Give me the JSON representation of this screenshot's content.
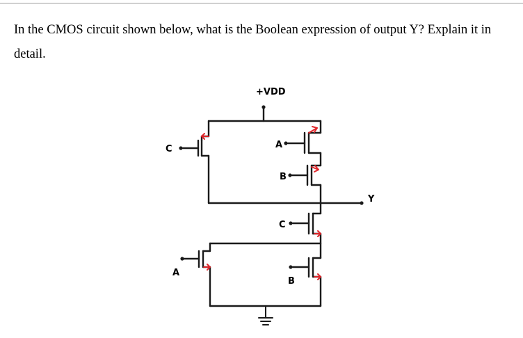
{
  "question": {
    "text": "In the CMOS circuit shown below, what is the Boolean expression of output Y? Explain it in detail."
  },
  "circuit": {
    "supply_label": "+VDD",
    "output_label": "Y",
    "pmos": [
      {
        "gate": "C",
        "group": "parallel-left"
      },
      {
        "gate": "A",
        "group": "series-right"
      },
      {
        "gate": "B",
        "group": "series-right"
      }
    ],
    "nmos": [
      {
        "gate": "C",
        "group": "series-top"
      },
      {
        "gate": "A",
        "group": "parallel-left"
      },
      {
        "gate": "B",
        "group": "parallel-right"
      }
    ],
    "arrow_color": "#e0262b",
    "wire_color": "#1a1a1a"
  }
}
